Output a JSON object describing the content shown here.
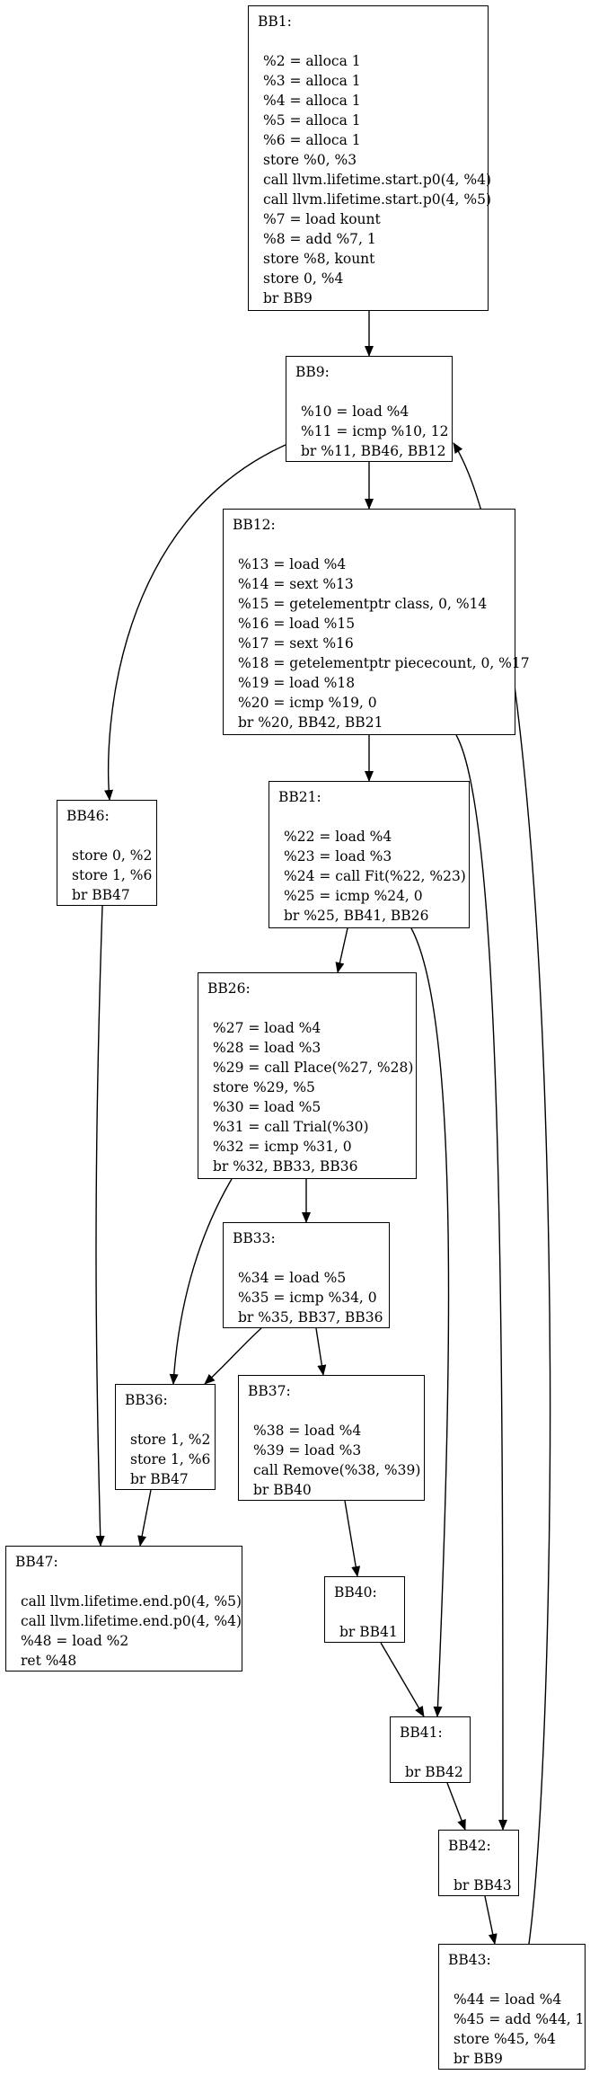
{
  "blocks": [
    {
      "id": "BB1",
      "title": "BB1:",
      "instrs": [
        "%2 = alloca 1",
        "%3 = alloca 1",
        "%4 = alloca 1",
        "%5 = alloca 1",
        "%6 = alloca 1",
        "store %0, %3",
        "call llvm.lifetime.start.p0(4, %4)",
        "call llvm.lifetime.start.p0(4, %5)",
        "%7 = load kount",
        "%8 = add %7, 1",
        "store %8, kount",
        "store 0, %4",
        "br BB9"
      ]
    },
    {
      "id": "BB9",
      "title": "BB9:",
      "instrs": [
        "%10 = load %4",
        "%11 = icmp %10, 12",
        "br %11, BB46, BB12"
      ]
    },
    {
      "id": "BB12",
      "title": "BB12:",
      "instrs": [
        "%13 = load %4",
        "%14 = sext %13",
        "%15 = getelementptr class, 0, %14",
        "%16 = load %15",
        "%17 = sext %16",
        "%18 = getelementptr piececount, 0, %17",
        "%19 = load %18",
        "%20 = icmp %19, 0",
        "br %20, BB42, BB21"
      ]
    },
    {
      "id": "BB46",
      "title": "BB46:",
      "instrs": [
        "store 0, %2",
        "store 1, %6",
        "br BB47"
      ]
    },
    {
      "id": "BB21",
      "title": "BB21:",
      "instrs": [
        "%22 = load %4",
        "%23 = load %3",
        "%24 = call Fit(%22, %23)",
        "%25 = icmp %24, 0",
        "br %25, BB41, BB26"
      ]
    },
    {
      "id": "BB26",
      "title": "BB26:",
      "instrs": [
        "%27 = load %4",
        "%28 = load %3",
        "%29 = call Place(%27, %28)",
        "store %29, %5",
        "%30 = load %5",
        "%31 = call Trial(%30)",
        "%32 = icmp %31, 0",
        "br %32, BB33, BB36"
      ]
    },
    {
      "id": "BB33",
      "title": "BB33:",
      "instrs": [
        "%34 = load %5",
        "%35 = icmp %34, 0",
        "br %35, BB37, BB36"
      ]
    },
    {
      "id": "BB36",
      "title": "BB36:",
      "instrs": [
        "store 1, %2",
        "store 1, %6",
        "br BB47"
      ]
    },
    {
      "id": "BB37",
      "title": "BB37:",
      "instrs": [
        "%38 = load %4",
        "%39 = load %3",
        "call Remove(%38, %39)",
        "br BB40"
      ]
    },
    {
      "id": "BB47",
      "title": "BB47:",
      "instrs": [
        "call llvm.lifetime.end.p0(4, %5)",
        "call llvm.lifetime.end.p0(4, %4)",
        "%48 = load %2",
        "ret %48"
      ]
    },
    {
      "id": "BB40",
      "title": "BB40:",
      "instrs": [
        "br BB41"
      ]
    },
    {
      "id": "BB41",
      "title": "BB41:",
      "instrs": [
        "br BB42"
      ]
    },
    {
      "id": "BB42",
      "title": "BB42:",
      "instrs": [
        "br BB43"
      ]
    },
    {
      "id": "BB43",
      "title": "BB43:",
      "instrs": [
        "%44 = load %4",
        "%45 = add %44, 1",
        "store %45, %4",
        "br BB9"
      ]
    }
  ],
  "edges": [
    {
      "from": "BB1",
      "to": "BB9"
    },
    {
      "from": "BB9",
      "to": "BB46"
    },
    {
      "from": "BB9",
      "to": "BB12"
    },
    {
      "from": "BB12",
      "to": "BB42"
    },
    {
      "from": "BB12",
      "to": "BB21"
    },
    {
      "from": "BB46",
      "to": "BB47"
    },
    {
      "from": "BB21",
      "to": "BB41"
    },
    {
      "from": "BB21",
      "to": "BB26"
    },
    {
      "from": "BB26",
      "to": "BB33"
    },
    {
      "from": "BB26",
      "to": "BB36"
    },
    {
      "from": "BB33",
      "to": "BB37"
    },
    {
      "from": "BB33",
      "to": "BB36"
    },
    {
      "from": "BB36",
      "to": "BB47"
    },
    {
      "from": "BB37",
      "to": "BB40"
    },
    {
      "from": "BB40",
      "to": "BB41"
    },
    {
      "from": "BB41",
      "to": "BB42"
    },
    {
      "from": "BB42",
      "to": "BB43"
    },
    {
      "from": "BB43",
      "to": "BB9"
    }
  ],
  "colors": {
    "stroke": "#000000",
    "background": "#ffffff",
    "text": "#000000"
  }
}
